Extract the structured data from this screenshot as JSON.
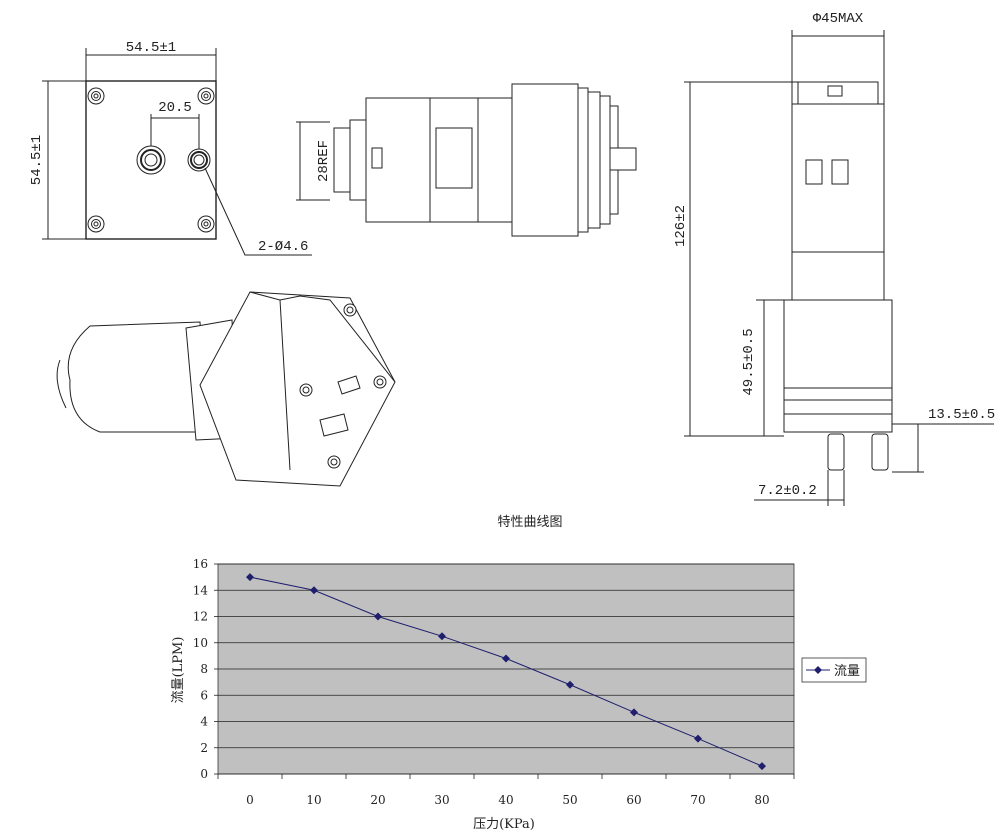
{
  "drawing": {
    "front_view": {
      "width_dim": "54.5±1",
      "height_dim": "54.5±1",
      "port_spacing_dim": "20.5",
      "hole_callout": "2-Ø4.6"
    },
    "side_view": {
      "ref_dim": "28REF"
    },
    "end_view": {
      "diameter_dim": "Φ45MAX",
      "overall_length_dim": "126±2",
      "head_length_dim": "49.5±0.5",
      "port_length_dim": "13.5±0.5",
      "port_offset_dim": "7.2±0.2"
    }
  },
  "chart_title": "特性曲线图",
  "chart_data": {
    "type": "line",
    "title": "特性曲线图",
    "xlabel": "压力(KPa)",
    "ylabel": "流量(LPM)",
    "x": [
      0,
      10,
      20,
      30,
      40,
      50,
      60,
      70,
      80
    ],
    "x_ticks": [
      0,
      10,
      20,
      30,
      40,
      50,
      60,
      70,
      80
    ],
    "y_ticks": [
      0,
      2,
      4,
      6,
      8,
      10,
      12,
      14,
      16
    ],
    "xlim": [
      -5,
      85
    ],
    "ylim": [
      0,
      16
    ],
    "grid": true,
    "legend_placement": "right",
    "plot_background": "#c0c0c0",
    "series": [
      {
        "name": "流量",
        "color": "#1f1f6e",
        "values": [
          15,
          14,
          12,
          10.5,
          8.8,
          6.8,
          4.7,
          2.7,
          0.6
        ]
      }
    ]
  }
}
